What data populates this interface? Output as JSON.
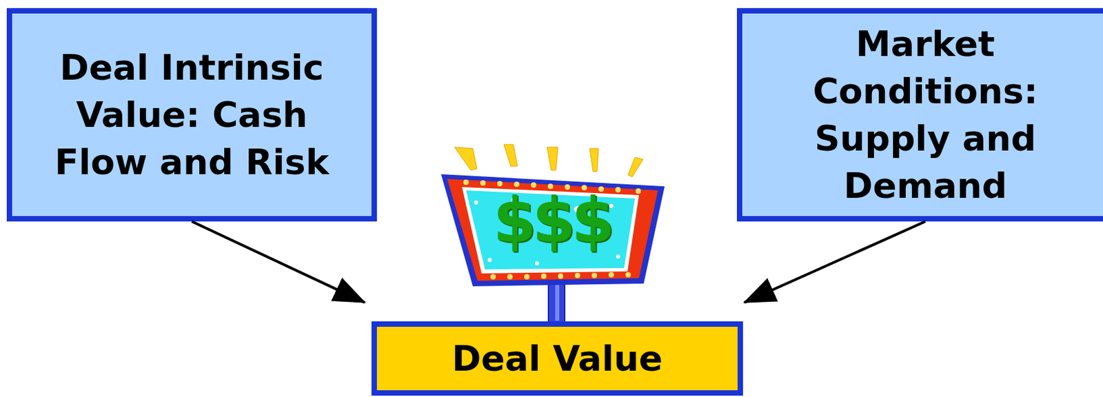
{
  "diagram": {
    "nodes": [
      {
        "text": [
          "Deal Intrinsic Value: Cash Flow and Risk"
        ]
      },
      {
        "text": [
          "Market Conditions: Supply and Demand"
        ]
      },
      {
        "text": [
          "Deal Value"
        ]
      }
    ],
    "edges": [
      {
        "from": 0,
        "to": 2,
        "arrow": "to"
      },
      {
        "from": 1,
        "to": 2,
        "arrow": "to"
      }
    ],
    "labels": [
      "$$$"
    ]
  }
}
